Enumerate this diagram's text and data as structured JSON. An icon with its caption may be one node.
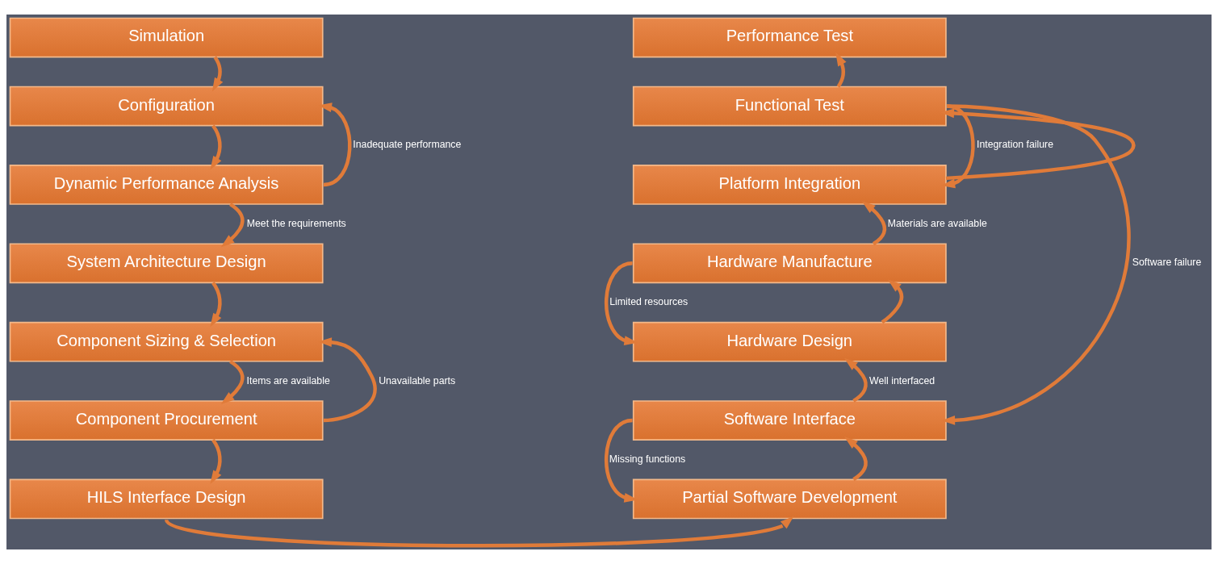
{
  "diagram": {
    "nodes": [
      {
        "text": [
          "Simulation"
        ]
      },
      {
        "text": [
          "Configuration"
        ]
      },
      {
        "text": [
          "Dynamic Performance Analysis"
        ]
      },
      {
        "text": [
          "System Architecture Design"
        ]
      },
      {
        "text": [
          "Component Sizing & Selection"
        ]
      },
      {
        "text": [
          "Component Procurement"
        ]
      },
      {
        "text": [
          "HILS Interface Design"
        ]
      },
      {
        "text": [
          "Performance Test"
        ]
      },
      {
        "text": [
          "Functional Test"
        ]
      },
      {
        "text": [
          "Platform Integration"
        ]
      },
      {
        "text": [
          "Hardware Manufacture"
        ]
      },
      {
        "text": [
          "Hardware Design"
        ]
      },
      {
        "text": [
          "Software Interface"
        ]
      },
      {
        "text": [
          "Partial Software Development"
        ]
      }
    ],
    "edges": [
      {
        "from": 0,
        "to": 1,
        "arrow": "to"
      },
      {
        "from": 1,
        "to": 2,
        "arrow": "to"
      },
      {
        "from": 2,
        "to": 1,
        "arrow": "to",
        "label": "Inadequate performance"
      },
      {
        "from": 2,
        "to": 3,
        "arrow": "to",
        "label": "Meet the requirements"
      },
      {
        "from": 3,
        "to": 4,
        "arrow": "to"
      },
      {
        "from": 4,
        "to": 5,
        "arrow": "to",
        "label": "Items are available"
      },
      {
        "from": 5,
        "to": 4,
        "arrow": "to",
        "label": "Unavailable parts"
      },
      {
        "from": 5,
        "to": 6,
        "arrow": "to"
      },
      {
        "from": 6,
        "to": 13,
        "arrow": "to"
      },
      {
        "from": 13,
        "to": 12,
        "arrow": "to"
      },
      {
        "from": 12,
        "to": 13,
        "arrow": "to",
        "label": "Missing functions"
      },
      {
        "from": 12,
        "to": 11,
        "arrow": "to",
        "label": "Well interfaced"
      },
      {
        "from": 11,
        "to": 10,
        "arrow": "to"
      },
      {
        "from": 10,
        "to": 11,
        "arrow": "to",
        "label": "Limited resources"
      },
      {
        "from": 10,
        "to": 9,
        "arrow": "to",
        "label": "Materials are available"
      },
      {
        "from": 9,
        "to": 8,
        "arrow": "to"
      },
      {
        "from": 8,
        "to": 9,
        "arrow": "to",
        "label": "Integration failure"
      },
      {
        "from": 8,
        "to": 12,
        "arrow": "to",
        "label": "Software failure"
      },
      {
        "from": 8,
        "to": 7,
        "arrow": "to"
      }
    ]
  }
}
